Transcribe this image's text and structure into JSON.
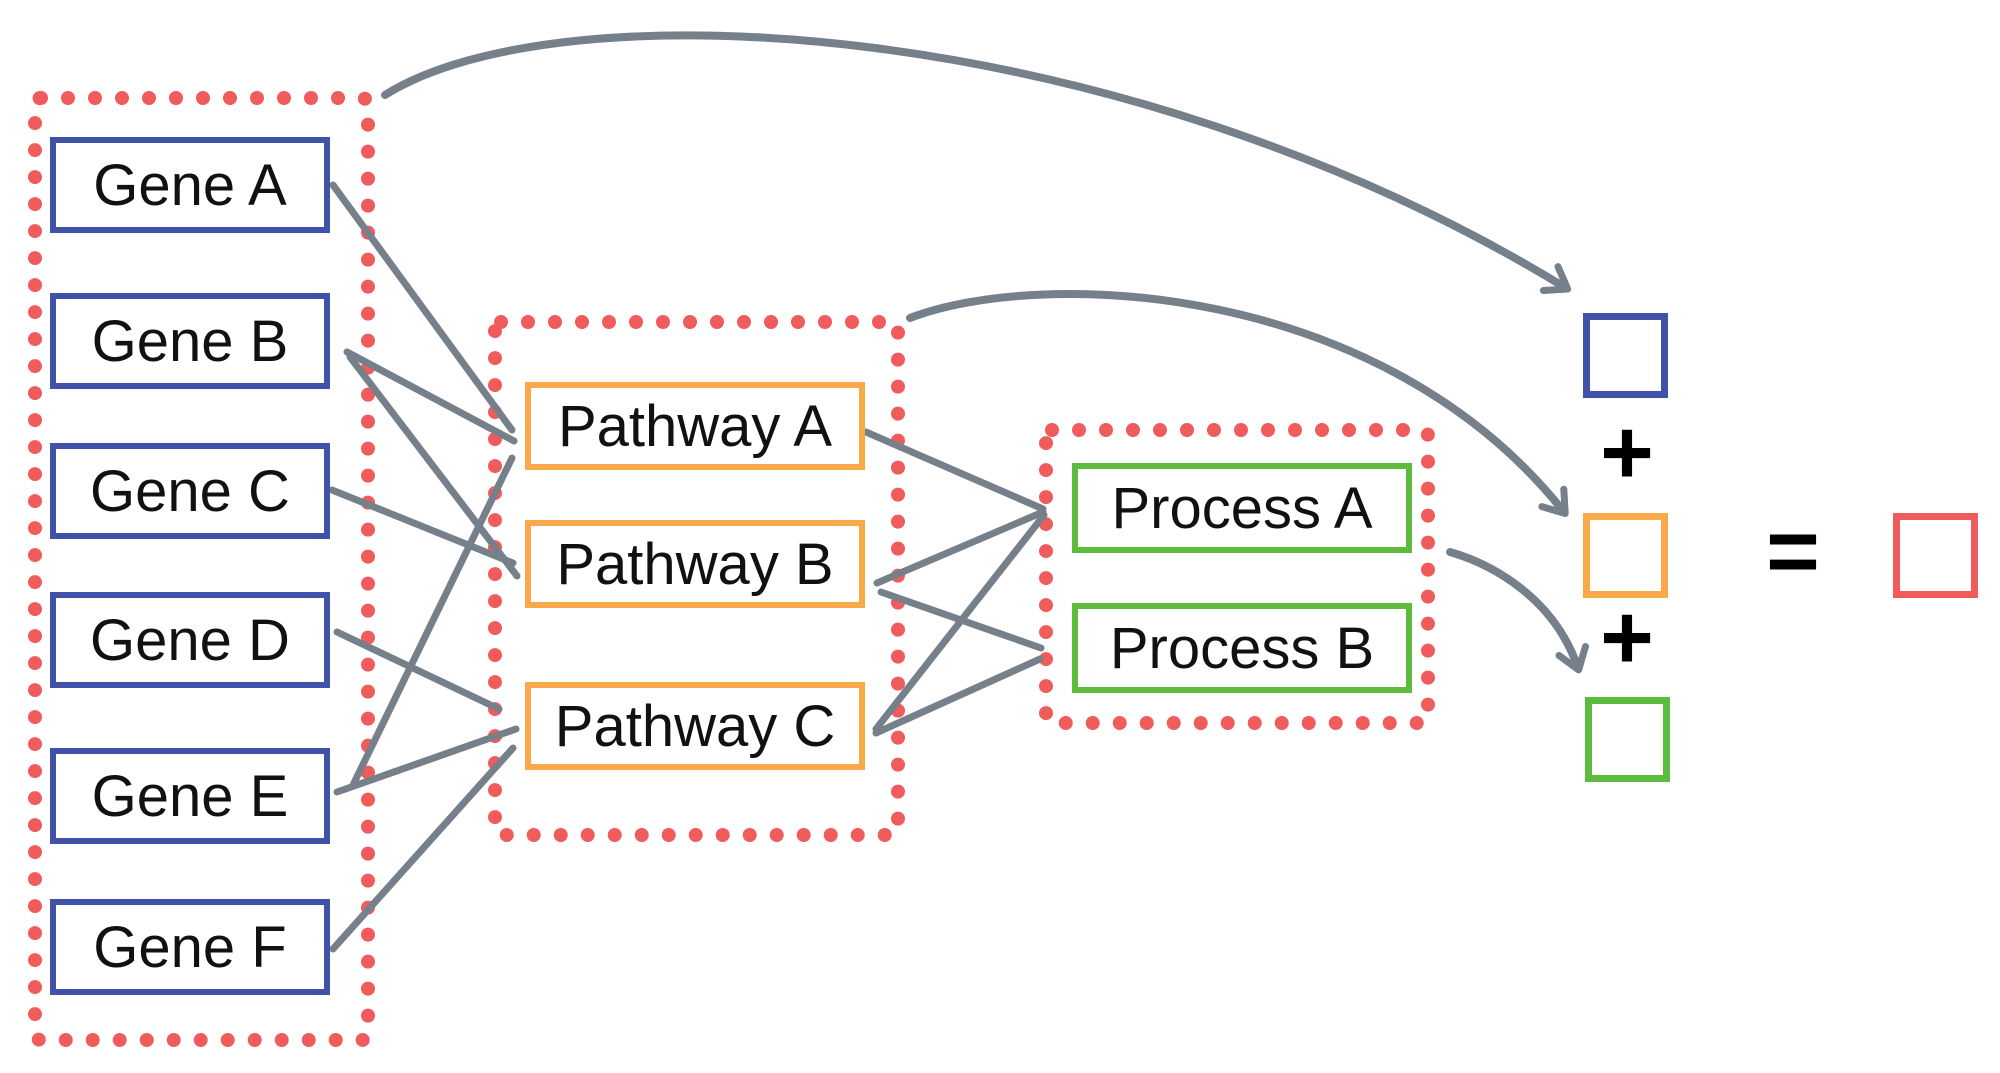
{
  "diagram": {
    "genes": {
      "labels": [
        "Gene A",
        "Gene B",
        "Gene C",
        "Gene D",
        "Gene E",
        "Gene F"
      ]
    },
    "pathways": {
      "labels": [
        "Pathway A",
        "Pathway B",
        "Pathway C"
      ]
    },
    "processes": {
      "labels": [
        "Process A",
        "Process B"
      ]
    },
    "equation": {
      "plus_top": "+",
      "plus_bottom": "+",
      "equals": "="
    },
    "edges": {
      "gene_to_pathway": [
        [
          "Gene A",
          "Pathway A"
        ],
        [
          "Gene B",
          "Pathway A"
        ],
        [
          "Gene B",
          "Pathway B"
        ],
        [
          "Gene C",
          "Pathway B"
        ],
        [
          "Gene D",
          "Pathway C"
        ],
        [
          "Gene E",
          "Pathway A"
        ],
        [
          "Gene E",
          "Pathway C"
        ],
        [
          "Gene F",
          "Pathway C"
        ]
      ],
      "pathway_to_process": [
        [
          "Pathway A",
          "Process A"
        ],
        [
          "Pathway B",
          "Process A"
        ],
        [
          "Pathway B",
          "Process B"
        ],
        [
          "Pathway C",
          "Process A"
        ],
        [
          "Pathway C",
          "Process B"
        ]
      ],
      "summary_arrows": [
        [
          "genes-group",
          "blue-square"
        ],
        [
          "pathways-group",
          "orange-square"
        ],
        [
          "processes-group",
          "green-square"
        ]
      ]
    },
    "colors": {
      "gene_border": "#4053a8",
      "pathway_border": "#f9a94a",
      "process_border": "#5dbb3e",
      "group_dotted_border": "#f05c5c",
      "edge_line": "#76808a",
      "result_square": "#f05c5c",
      "text": "#111111",
      "background": "#ffffff"
    }
  }
}
